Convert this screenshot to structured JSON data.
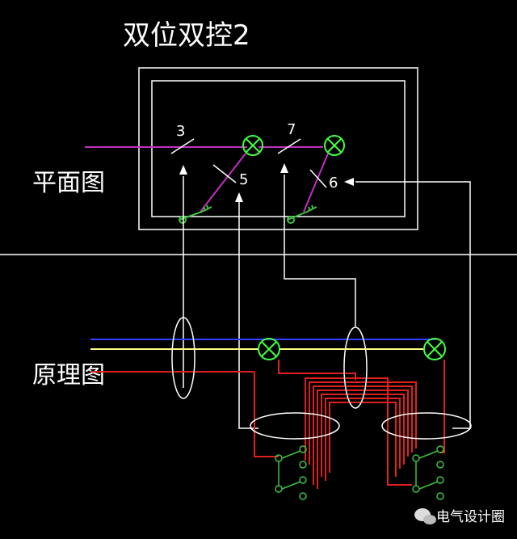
{
  "title": "双位双控2",
  "labels": {
    "plan": "平面图",
    "schematic": "原理图"
  },
  "numbers": {
    "n3": "3",
    "n5": "5",
    "n6": "6",
    "n7": "7"
  },
  "watermark": "电气设计圈",
  "colors": {
    "background": "#000000",
    "outline": "#ffffff",
    "plan_wire": "#c030c0",
    "lamp": "#40ff40",
    "switch_body": "#40c040",
    "neutral_wire": "#3040ff",
    "live_wire": "#ffff80",
    "switch_wire": "#e02020",
    "white_wire": "#ffffff"
  },
  "icons": {
    "lamp": "lamp-x-symbol",
    "switch": "switch-symbol",
    "bundle": "ellipse-bundle",
    "wechat": "wechat-icon"
  }
}
